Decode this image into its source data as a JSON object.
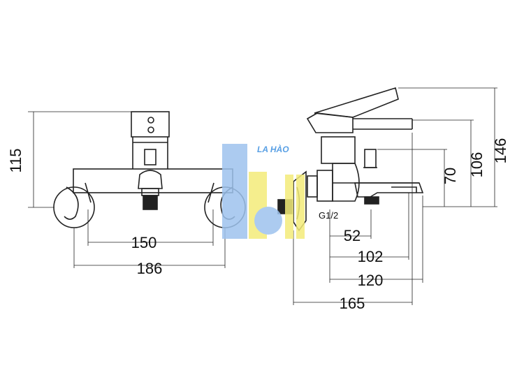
{
  "front_view": {
    "height_dim": "115",
    "inner_width_dim": "150",
    "outer_width_dim": "186"
  },
  "side_view": {
    "thread_label": "G1/2",
    "dim_52": "52",
    "dim_102": "102",
    "dim_120": "120",
    "dim_165": "165",
    "dim_70": "70",
    "dim_106": "106",
    "dim_146": "146"
  },
  "watermark": {
    "text": "LA HÀO",
    "colors": {
      "blue": "#9ec3ee",
      "yellow": "#f4ec7a",
      "text": "#3b8fe0"
    }
  }
}
